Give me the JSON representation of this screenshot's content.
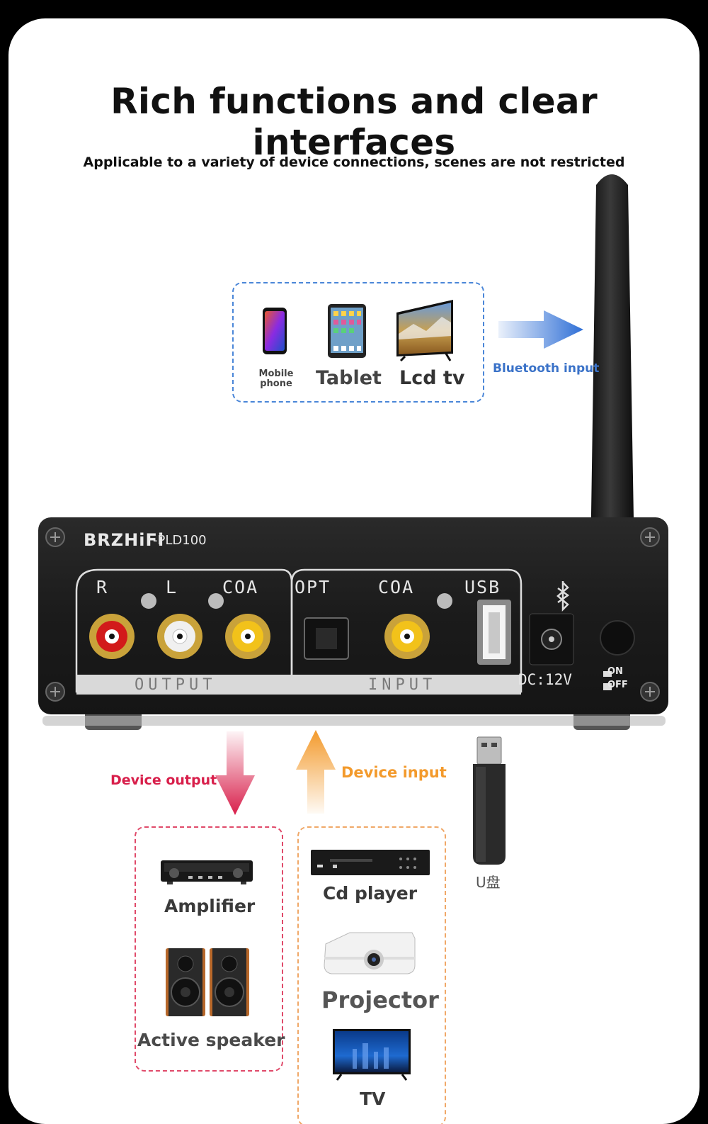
{
  "header": {
    "title": "Rich functions and clear interfaces",
    "subtitle": "Applicable to a variety of device connections, scenes are not restricted"
  },
  "bluetooth": {
    "devices": [
      {
        "label": "Mobile phone",
        "icon": "mobile-phone-icon"
      },
      {
        "label": "Tablet",
        "icon": "tablet-icon"
      },
      {
        "label": "Lcd tv",
        "icon": "lcd-tv-icon"
      }
    ],
    "arrow_label": "Bluetooth input",
    "color": "#2f6fd6"
  },
  "device": {
    "brand": "BRZHiFi",
    "model": "-PLD100",
    "output_ports": [
      "R",
      "L",
      "COA"
    ],
    "input_ports": [
      "OPT",
      "COA",
      "USB"
    ],
    "output_strip": "OUTPUT",
    "input_strip": "INPUT",
    "power_label": "DC:12V",
    "switch_on": "ON",
    "switch_off": "OFF"
  },
  "output_section": {
    "arrow_label": "Device output",
    "color": "#d81e4a",
    "devices": [
      {
        "label": "Amplifier",
        "icon": "amplifier-icon"
      },
      {
        "label": "Active speaker",
        "icon": "speaker-icon"
      }
    ]
  },
  "input_section": {
    "arrow_label": "Device input",
    "color": "#f39a2c",
    "devices": [
      {
        "label": "Cd player",
        "icon": "cd-player-icon"
      },
      {
        "label": "Projector",
        "icon": "projector-icon"
      },
      {
        "label": "TV",
        "icon": "tv-icon"
      }
    ]
  },
  "usb_drive": {
    "label": "U盘",
    "icon": "usb-drive-icon"
  }
}
